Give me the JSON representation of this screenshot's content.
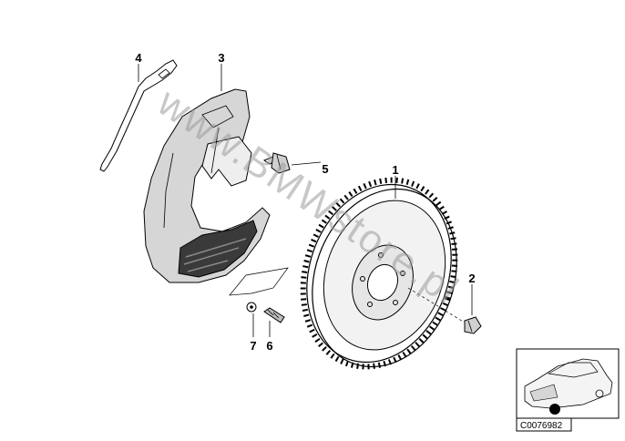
{
  "callouts": {
    "disc": "1",
    "bolt": "2",
    "shield": "3",
    "bracket": "4",
    "screw": "5",
    "stud": "6",
    "washer": "7"
  },
  "watermark": "www.BMWstore.pl",
  "reference": "C0076982",
  "colors": {
    "line": "#000000",
    "part_fill": "#ffffff",
    "shade": "#c8c8c8",
    "dark": "#3a3a3a",
    "watermark": "#9a9a9a"
  }
}
